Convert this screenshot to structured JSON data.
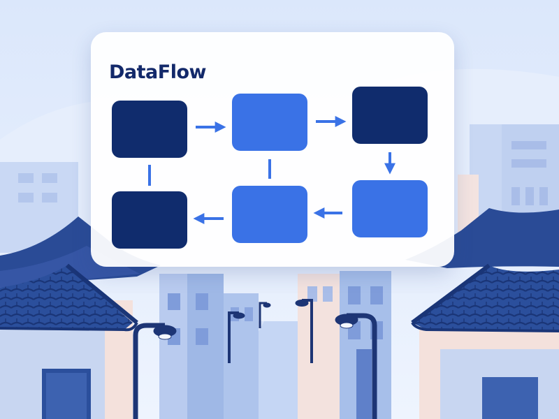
{
  "diagram": {
    "title": "DataFlow",
    "nodes": [
      {
        "id": "node-1",
        "style": "dark"
      },
      {
        "id": "node-2",
        "style": "bright"
      },
      {
        "id": "node-3",
        "style": "dark"
      },
      {
        "id": "node-4",
        "style": "bright"
      },
      {
        "id": "node-5",
        "style": "bright"
      },
      {
        "id": "node-6",
        "style": "dark"
      }
    ],
    "edges": [
      {
        "from": "node-1",
        "to": "node-2",
        "arrow": true
      },
      {
        "from": "node-2",
        "to": "node-3",
        "arrow": true
      },
      {
        "from": "node-3",
        "to": "node-4",
        "arrow": true
      },
      {
        "from": "node-4",
        "to": "node-5",
        "arrow": true
      },
      {
        "from": "node-5",
        "to": "node-6",
        "arrow": true
      },
      {
        "from": "node-6",
        "to": "node-1",
        "arrow": false
      },
      {
        "from": "node-2",
        "to": "node-5",
        "arrow": false
      }
    ]
  },
  "colors": {
    "dark_node": "#102c6d",
    "bright_node": "#3a72e6",
    "arrow": "#3a72e6",
    "sky": "#dde8fb",
    "roof": "#274a9a"
  }
}
